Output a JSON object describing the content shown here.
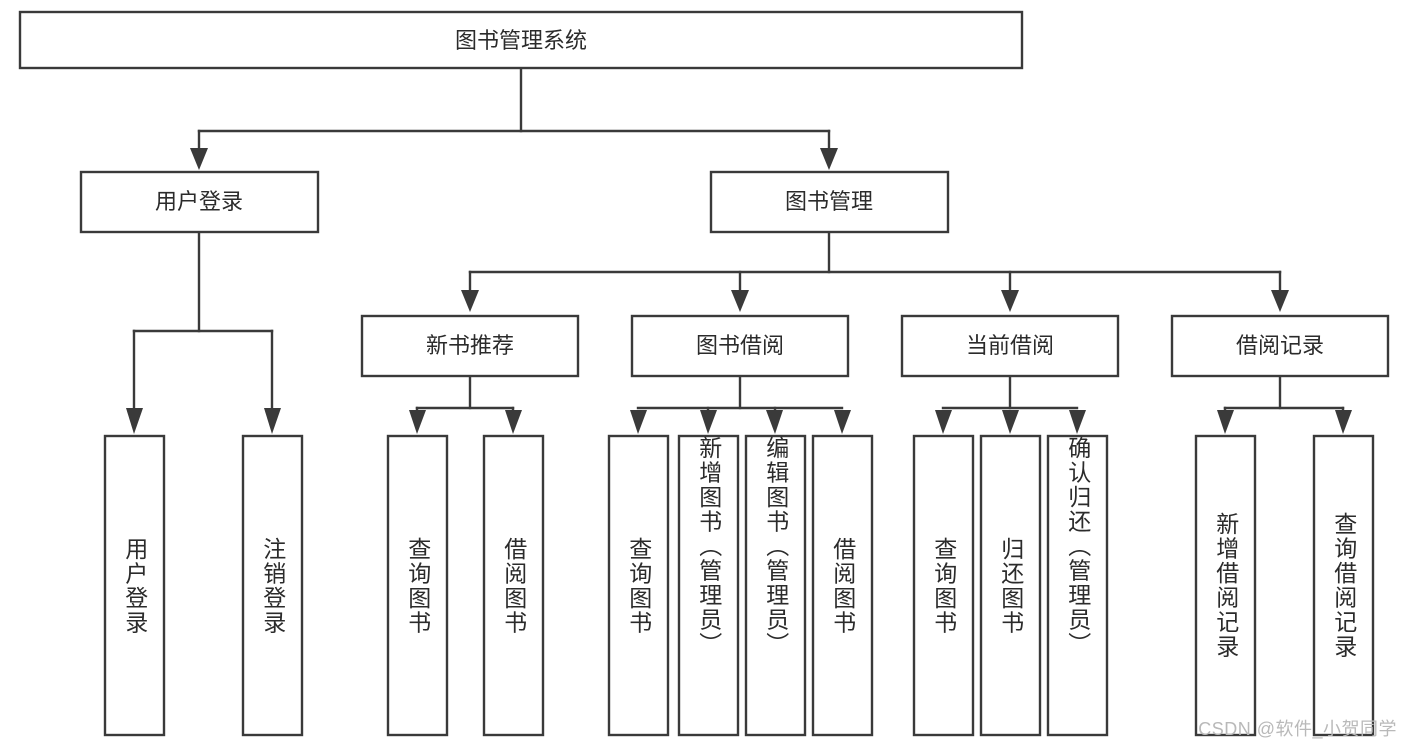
{
  "diagram": {
    "title": "图书管理系统",
    "watermark": "CSDN @软件_小贺同学",
    "colors": {
      "box_stroke": "#3a3a3a",
      "box_fill": "#ffffff",
      "text": "#2b2b2b",
      "background": "#ffffff",
      "watermark": "#b9b9b9"
    },
    "root": {
      "label": "图书管理系统"
    },
    "level2": [
      {
        "label": "用户登录"
      },
      {
        "label": "图书管理"
      }
    ],
    "level3": [
      {
        "label": "新书推荐"
      },
      {
        "label": "图书借阅"
      },
      {
        "label": "当前借阅"
      },
      {
        "label": "借阅记录"
      }
    ],
    "leaves": {
      "user_login": [
        {
          "label": "用户登录"
        },
        {
          "label": "注销登录"
        }
      ],
      "new_book_recommend": [
        {
          "label": "查询图书"
        },
        {
          "label": "借阅图书"
        }
      ],
      "book_borrow": [
        {
          "label": "查询图书"
        },
        {
          "label": "新增图书（管理员）"
        },
        {
          "label": "编辑图书（管理员）"
        },
        {
          "label": "借阅图书"
        }
      ],
      "current_borrow": [
        {
          "label": "查询图书"
        },
        {
          "label": "归还图书"
        },
        {
          "label": "确认归还（管理员）"
        }
      ],
      "borrow_records": [
        {
          "label": "新增借阅记录"
        },
        {
          "label": "查询借阅记录"
        }
      ]
    }
  }
}
